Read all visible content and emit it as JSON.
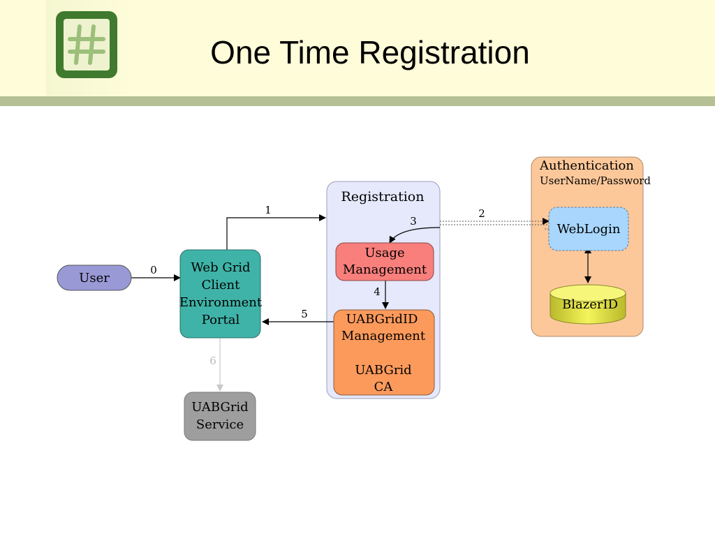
{
  "title": "One Time Registration",
  "logo": {
    "icon": "hash-grid-icon",
    "color": "#3f7a2e"
  },
  "groups": {
    "registration": "Registration",
    "authentication": "Authentication",
    "auth_subtitle": "UserName/Password"
  },
  "nodes": {
    "user": "User",
    "portal": [
      "Web Grid",
      "Client",
      "Environment",
      "Portal"
    ],
    "usage": [
      "Usage",
      "Management"
    ],
    "uabgridid": [
      "UABGridID",
      "Management",
      "",
      "UABGrid",
      "CA"
    ],
    "weblogin": "WebLogin",
    "blazerid": "BlazerID",
    "service": [
      "UABGrid",
      "Service"
    ]
  },
  "edges": {
    "e0": "0",
    "e1": "1",
    "e2": "2",
    "e3": "3",
    "e4": "4",
    "e5": "5",
    "e6": "6"
  },
  "colors": {
    "user": "#9999d6",
    "portal": "#3fb3a8",
    "registration_bg": "#e6e8fc",
    "usage": "#f87f7c",
    "uabgridid": "#fc9a5c",
    "authentication_bg": "#fcc89a",
    "weblogin": "#a8d6fc",
    "blazerid": "#e8e84a",
    "service": "#9e9e9e"
  }
}
